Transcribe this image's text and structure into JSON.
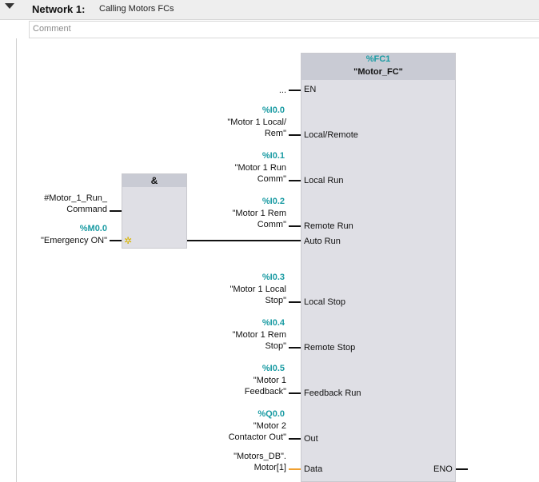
{
  "network": {
    "title": "Network 1:",
    "description": "Calling Motors FCs",
    "comment_placeholder": "Comment"
  },
  "fc_block": {
    "address": "%FC1",
    "name": "\"Motor_FC\"",
    "output_pin": "ENO",
    "inputs": [
      {
        "pin": "EN",
        "address": "",
        "operand": "..."
      },
      {
        "pin": "Local/Remote",
        "address": "%I0.0",
        "operand_line1": "\"Motor 1 Local/",
        "operand_line2": "Rem\""
      },
      {
        "pin": "Local Run",
        "address": "%I0.1",
        "operand_line1": "\"Motor 1 Run",
        "operand_line2": "Comm\""
      },
      {
        "pin": "Remote Run",
        "address": "%I0.2",
        "operand_line1": "\"Motor 1 Rem",
        "operand_line2": "Comm\""
      },
      {
        "pin": "Auto Run"
      },
      {
        "pin": "Local Stop",
        "address": "%I0.3",
        "operand_line1": "\"Motor 1 Local",
        "operand_line2": "Stop\""
      },
      {
        "pin": "Remote Stop",
        "address": "%I0.4",
        "operand_line1": "\"Motor 1 Rem",
        "operand_line2": "Stop\""
      },
      {
        "pin": "Feedback Run",
        "address": "%I0.5",
        "operand_line1": "\"Motor 1",
        "operand_line2": "Feedback\""
      },
      {
        "pin": "Out",
        "address": "%Q0.0",
        "operand_line1": "\"Motor 2",
        "operand_line2": "Contactor Out\""
      },
      {
        "pin": "Data",
        "address": "",
        "operand_line1": "\"Motors_DB\".",
        "operand_line2": "Motor[1]"
      }
    ]
  },
  "and_block": {
    "label": "&",
    "inputs": [
      {
        "address": "",
        "operand_line1": "#Motor_1_Run_",
        "operand_line2": "Command"
      },
      {
        "address": "%M0.0",
        "operand_line1": "\"Emergency ON\"",
        "operand_line2": ""
      }
    ],
    "marker": "✲"
  },
  "colors": {
    "address": "#1a9ba3",
    "block_fill": "#dfdfe5",
    "block_header": "#c9cbd4",
    "wire": "#111111",
    "data_wire": "#f0a030"
  }
}
